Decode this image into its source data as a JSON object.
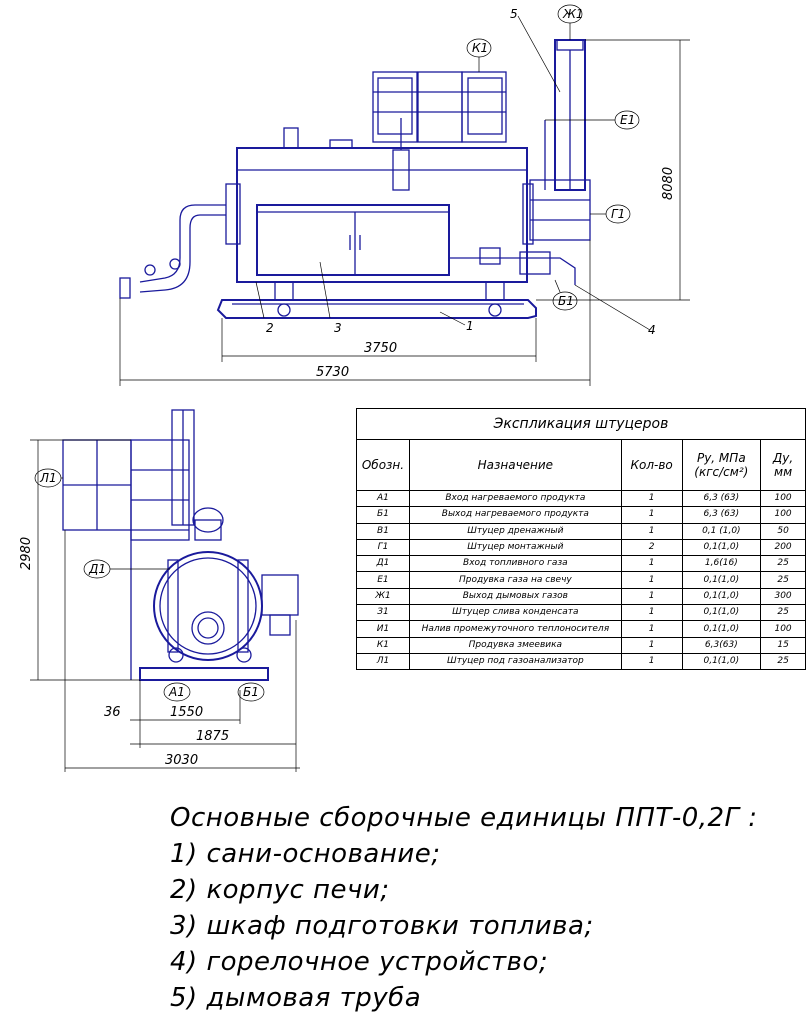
{
  "drawing": {
    "callouts_top": {
      "zh1": "Ж1",
      "k1": "К1",
      "e1": "Е1",
      "g1": "Г1",
      "b1": "Б1"
    },
    "callouts_bottom": {
      "l1": "Л1",
      "d1": "Д1",
      "a1": "А1",
      "b1": "Б1"
    },
    "part_numbers": [
      "1",
      "2",
      "3",
      "4",
      "5"
    ],
    "dimensions_top": {
      "height": "8080",
      "base": "3750",
      "overall": "5730"
    },
    "dimensions_bottom": {
      "height": "2980",
      "d36": "36",
      "d1550": "1550",
      "d1875": "1875",
      "d3030": "3030"
    }
  },
  "table": {
    "caption": "Экспликация штуцеров",
    "headers": [
      "Обозн.",
      "Назначение",
      "Кол-во",
      "Ру, МПа (кгс/см²)",
      "Ду, мм"
    ],
    "rows": [
      [
        "А1",
        "Вход нагреваемого продукта",
        "1",
        "6,3 (63)",
        "100"
      ],
      [
        "Б1",
        "Выход нагреваемого продукта",
        "1",
        "6,3 (63)",
        "100"
      ],
      [
        "В1",
        "Штуцер дренажный",
        "1",
        "0,1 (1,0)",
        "50"
      ],
      [
        "Г1",
        "Штуцер монтажный",
        "2",
        "0,1(1,0)",
        "200"
      ],
      [
        "Д1",
        "Вход топливного газа",
        "1",
        "1,6(16)",
        "25"
      ],
      [
        "Е1",
        "Продувка газа на свечу",
        "1",
        "0,1(1,0)",
        "25"
      ],
      [
        "Ж1",
        "Выход дымовых газов",
        "1",
        "0,1(1,0)",
        "300"
      ],
      [
        "З1",
        "Штуцер слива конденсата",
        "1",
        "0,1(1,0)",
        "25"
      ],
      [
        "И1",
        "Налив промежуточного теплоносителя",
        "1",
        "0,1(1,0)",
        "100"
      ],
      [
        "К1",
        "Продувка змеевика",
        "1",
        "6,3(63)",
        "15"
      ],
      [
        "Л1",
        "Штуцер под газоанализатор",
        "1",
        "0,1(1,0)",
        "25"
      ]
    ]
  },
  "notes": {
    "title": "Основные сборочные единицы ППТ-0,2Г :",
    "items": [
      "1) сани-основание;",
      "2) корпус печи;",
      "3) шкаф подготовки топлива;",
      "4) горелочное устройство;",
      "5) дымовая труба"
    ]
  }
}
